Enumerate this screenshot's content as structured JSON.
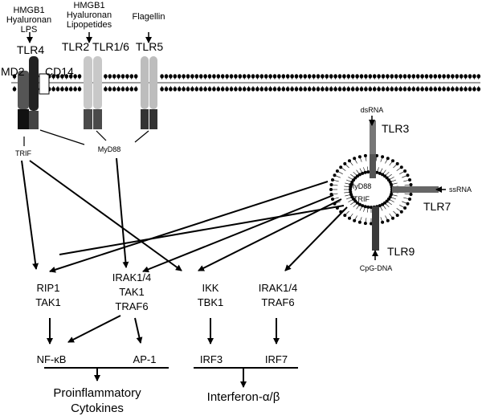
{
  "ligands": {
    "tlr4_1": "HMGB1",
    "tlr4_2": "Hyaluronan",
    "tlr4_3": "LPS",
    "tlr2_1": "HMGB1",
    "tlr2_2": "Hyaluronan",
    "tlr2_3": "Lipopetides",
    "tlr5": "Flagellin",
    "tlr3": "dsRNA",
    "tlr7": "ssRNA",
    "tlr9": "CpG-DNA"
  },
  "receptors": {
    "tlr4": "TLR4",
    "md2": "MD2",
    "cd14": "CD14",
    "tlr2": "TLR2",
    "tlr16": "TLR1/6",
    "tlr5": "TLR5",
    "tlr3": "TLR3",
    "tlr7": "TLR7",
    "tlr9": "TLR9"
  },
  "adaptors": {
    "trif_surface": "TRIF",
    "myd88_surface": "MyD88",
    "myd88_endosome": "MyD88",
    "trif_endosome": "TRIF"
  },
  "nodes": {
    "rip1": "RIP1",
    "tak1_a": "TAK1",
    "irak14_a": "IRAK1/4",
    "tak1_b": "TAK1",
    "traf6_a": "TRAF6",
    "ikk": "IKK",
    "tbk1": "TBK1",
    "irak14_b": "IRAK1/4",
    "traf6_b": "TRAF6",
    "nfkb": "NF-κB",
    "ap1": "AP-1",
    "irf3": "IRF3",
    "irf7": "IRF7"
  },
  "outputs": {
    "proinflammatory_1": "Proinflammatory",
    "proinflammatory_2": "Cytokines",
    "interferon": "Interferon-α/β"
  }
}
